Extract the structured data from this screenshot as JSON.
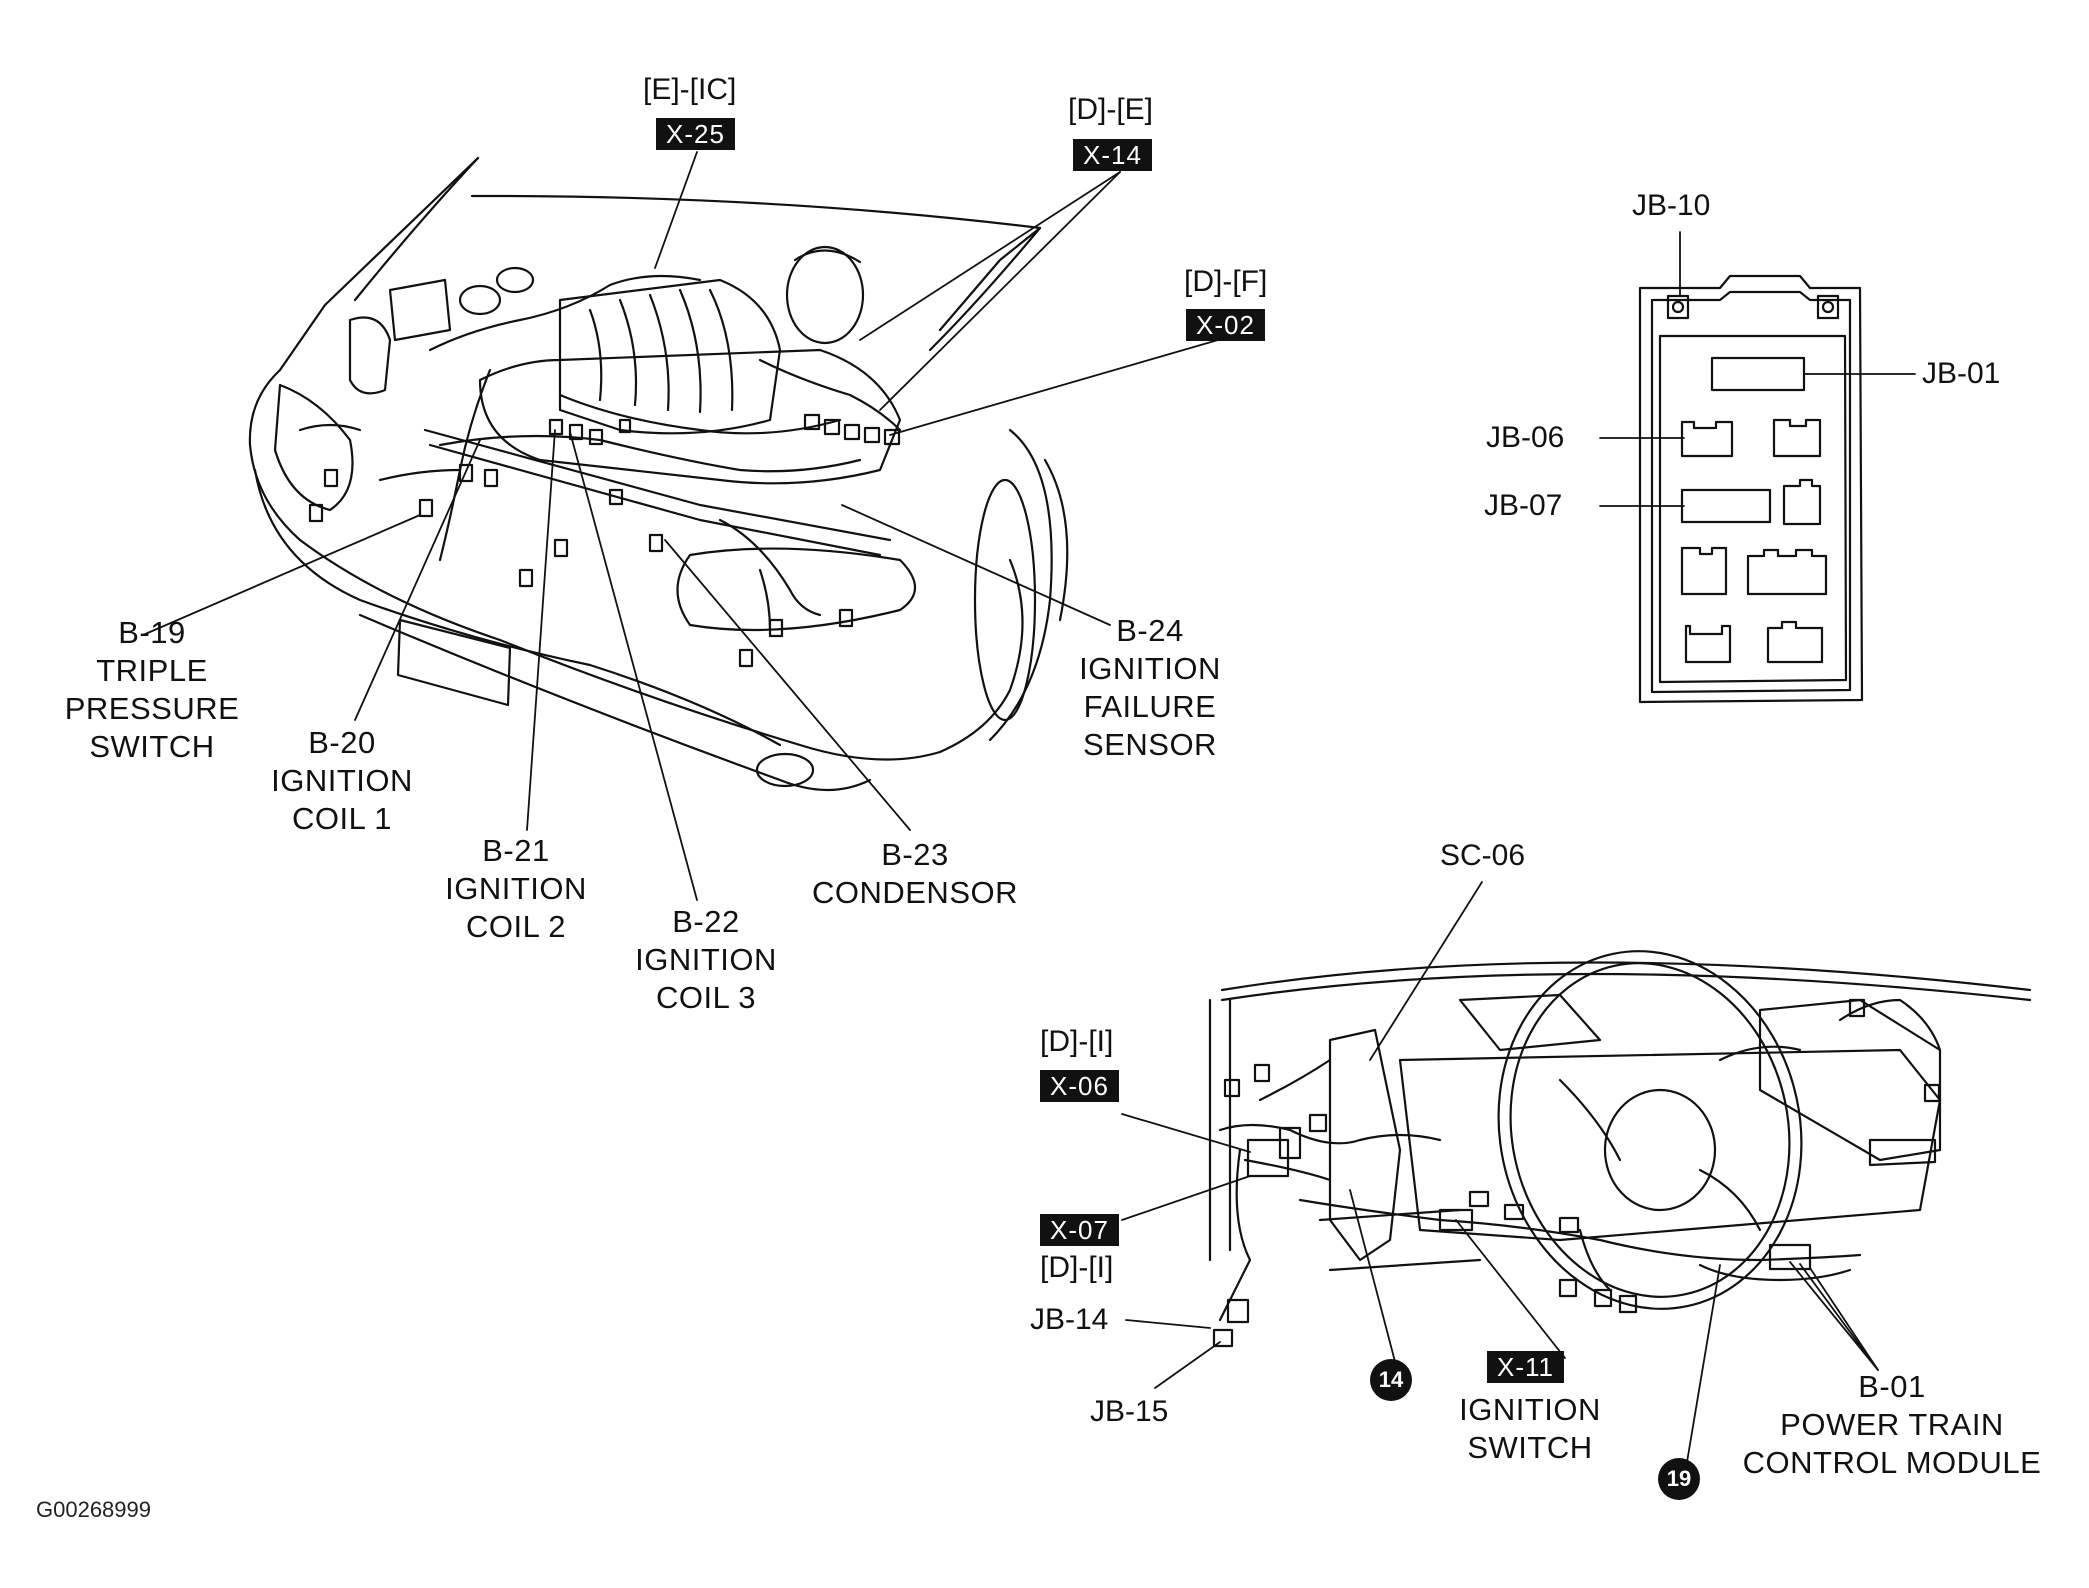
{
  "diagram": {
    "engine_bay": {
      "connectors": [
        {
          "ref": "[E]-[IC]",
          "tag": "X-25"
        },
        {
          "ref": "[D]-[E]",
          "tag": "X-14"
        },
        {
          "ref": "[D]-[F]",
          "tag": "X-02"
        }
      ],
      "components": [
        {
          "id": "B-19",
          "lines": [
            "TRIPLE",
            "PRESSURE",
            "SWITCH"
          ]
        },
        {
          "id": "B-20",
          "lines": [
            "IGNITION",
            "COIL 1"
          ]
        },
        {
          "id": "B-21",
          "lines": [
            "IGNITION",
            "COIL 2"
          ]
        },
        {
          "id": "B-22",
          "lines": [
            "IGNITION",
            "COIL 3"
          ]
        },
        {
          "id": "B-23",
          "lines": [
            "CONDENSOR"
          ]
        },
        {
          "id": "B-24",
          "lines": [
            "IGNITION",
            "FAILURE",
            "SENSOR"
          ]
        }
      ]
    },
    "junction_box": {
      "labels": [
        "JB-10",
        "JB-01",
        "JB-06",
        "JB-07"
      ]
    },
    "dashboard": {
      "sc_label": "SC-06",
      "connectors": [
        {
          "ref": "[D]-[I]",
          "tag": "X-06"
        },
        {
          "ref": "[D]-[I]",
          "tag": "X-07"
        },
        {
          "ref": "",
          "tag": "X-11"
        }
      ],
      "jb_labels": [
        "JB-14",
        "JB-15"
      ],
      "ignition_switch": [
        "IGNITION",
        "SWITCH"
      ],
      "pcm": {
        "id": "B-01",
        "lines": [
          "POWER TRAIN",
          "CONTROL MODULE"
        ]
      },
      "badges": [
        "14",
        "19"
      ]
    },
    "figure_code": "G00268999"
  }
}
